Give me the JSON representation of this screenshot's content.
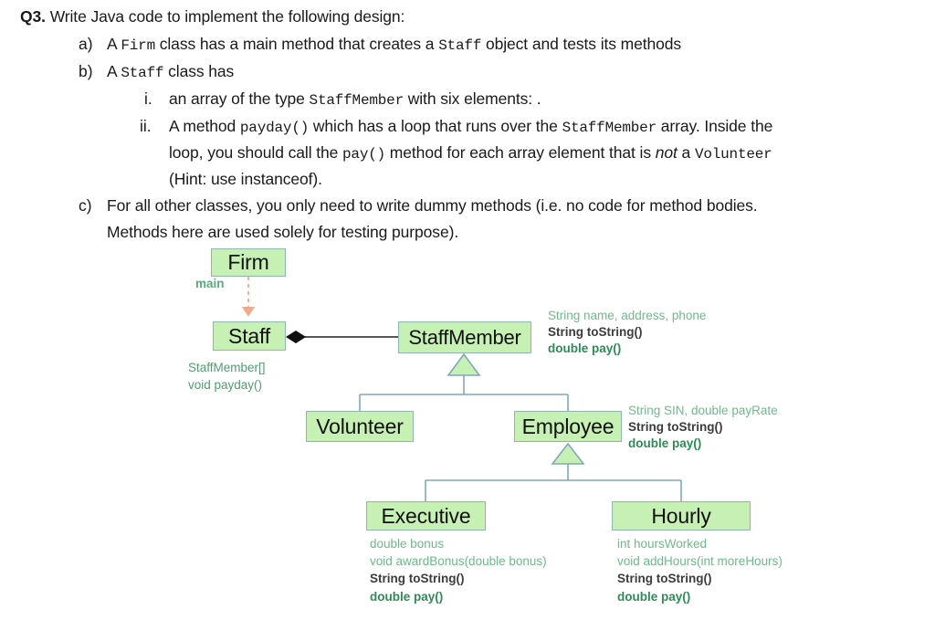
{
  "question": {
    "number": "Q3.",
    "prompt": "Write Java code to implement the following design:",
    "items": {
      "a_marker": "a)",
      "a_t1": "A ",
      "a_code1": "Firm",
      "a_t2": " class has a main method that creates a ",
      "a_code2": "Staff",
      "a_t3": " object and tests its methods",
      "b_marker": "b)",
      "b_t1": "A ",
      "b_code1": "Staff",
      "b_t2": " class has",
      "i_marker": "i.",
      "i_t1": "an array of the type ",
      "i_code1": "StaffMember",
      "i_t2": " with six elements: .",
      "ii_marker": "ii.",
      "ii_t1": "A method ",
      "ii_code1": "payday()",
      "ii_t2": " which has a loop that runs over the ",
      "ii_code2": "StaffMember",
      "ii_t3": " array. Inside the",
      "ii_l2_t1": "loop, you should call the ",
      "ii_l2_code1": "pay()",
      "ii_l2_t2": " method for each array element that is ",
      "ii_l2_ital": "not",
      "ii_l2_t3": " a ",
      "ii_l2_code2": "Volunteer",
      "ii_l3": "(Hint: use instanceof).",
      "c_marker": "c)",
      "c_l1": "For all other classes, you only need to write dummy methods (i.e. no code for method bodies.",
      "c_l2": "Methods here are used solely for testing purpose)."
    }
  },
  "diagram": {
    "title": "uml-class-diagram",
    "colors": {
      "box_fill": "#c6f0b4",
      "box_border": "#8fb7ae",
      "edge": "#7fa8bf",
      "assoc_edge": "#3f3f3f",
      "dashed_arrow": "#f0a98a",
      "field_text": "#6fb98c",
      "method_dark": "#3c3c3c",
      "method_green": "#2e8b57"
    },
    "classes": {
      "firm": "Firm",
      "staff": "Staff",
      "staff_member": "StaffMember",
      "volunteer": "Volunteer",
      "employee": "Employee",
      "executive": "Executive",
      "hourly": "Hourly"
    },
    "edge_labels": {
      "main": "main"
    },
    "annotations": {
      "staff": [
        {
          "text": "StaffMember[]",
          "style": "plain"
        },
        {
          "text": "void payday()",
          "style": "plain"
        }
      ],
      "staff_member": [
        {
          "text": "String name, address, phone",
          "style": "field"
        },
        {
          "text": "String toString()",
          "style": "dark"
        },
        {
          "text": "double pay()",
          "style": "green"
        }
      ],
      "employee": [
        {
          "text": "String SIN, double payRate",
          "style": "field"
        },
        {
          "text": "String toString()",
          "style": "dark"
        },
        {
          "text": "double pay()",
          "style": "green"
        }
      ],
      "executive": [
        {
          "text": "double bonus",
          "style": "field"
        },
        {
          "text": "void awardBonus(double bonus)",
          "style": "field"
        },
        {
          "text": "String toString()",
          "style": "dark"
        },
        {
          "text": "double pay()",
          "style": "green"
        }
      ],
      "hourly": [
        {
          "text": "int hoursWorked",
          "style": "field"
        },
        {
          "text": "void addHours(int moreHours)",
          "style": "field"
        },
        {
          "text": "String toString()",
          "style": "dark"
        },
        {
          "text": "double pay()",
          "style": "green"
        }
      ]
    }
  }
}
